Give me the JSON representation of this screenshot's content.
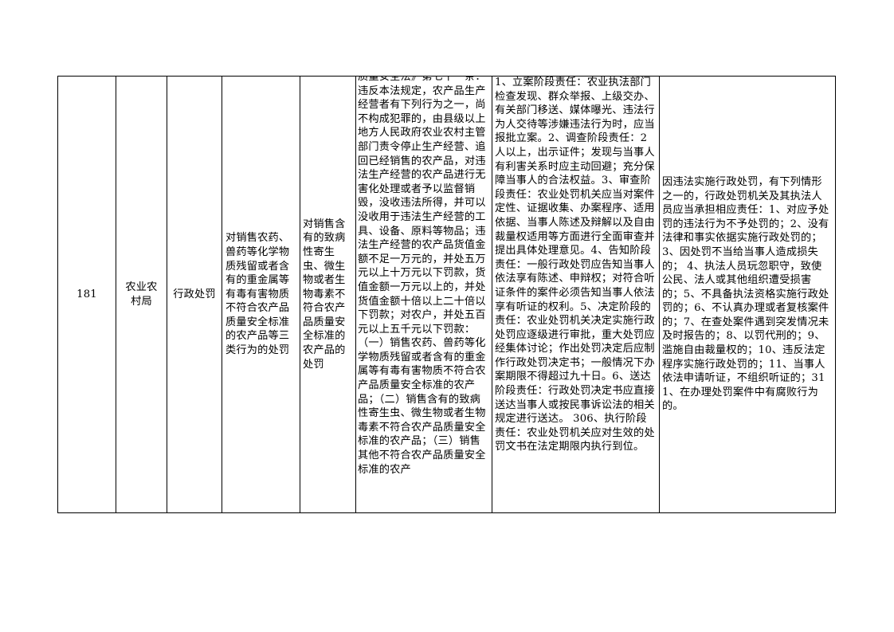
{
  "row": {
    "number": "181",
    "department": "农业农村局",
    "category": "行政处罚",
    "item_name": "对销售农药、兽药等化学物质残留或者含有的重金属等有毒有害物质不符合农产品质量安全标准的农产品等三类行为的处罚",
    "sub_item": "对销售含有的致病性寄生虫、微生物或者生物毒素不符合农产品质量安全标准的农产品的处罚",
    "legal_basis": "质量安全法》第七十一条：违反本法规定，农产品生产经营者有下列行为之一，尚不构成犯罪的，由县级以上地方人民政府农业农村主管部门责令停止生产经营、追回已经销售的农产品，对违法生产经营的农产品进行无害化处理或者予以监督销毁，没收违法所得，并可以没收用于违法生产经营的工具、设备、原料等物品；违法生产经营的农产品货值金额不足一万元的，并处五万元以上十万元以下罚款，货值金额一万元以上的，并处货值金额十倍以上二十倍以下罚款；对农户，并处五百元以上五千元以下罚款：（一）销售农药、兽药等化学物质残留或者含有的重金属等有毒有害物质不符合农产品质量安全标准的农产品；（二）销售含有的致病性寄生虫、微生物或者生物毒素不符合农产品质量安全标准的农产品；（三）销售其他不符合农产品质量安全标准的农产",
    "responsibility": "1、立案阶段责任：农业执法部门检查发现、群众举报、上级交办、有关部门移送、媒体曝光、违法行为人交待等涉嫌违法行为时，应当报批立案。2、调查阶段责任：2人以上，出示证件；发现与当事人有利害关系时应主动回避；充分保障当事人的合法权益。3、审查阶段责任：农业处罚机关应当对案件定性、证据收集、办案程序、适用依据、当事人陈述及辩解以及自由裁量权适用等方面进行全面审查并提出具体处理意见。4、告知阶段责任：一般行政处罚应告知当事人依法享有陈述、申辩权；对符合听证条件的案件必须告知当事人依法享有听证的权利。5、决定阶段的责任：农业处罚机关决定实施行政处罚应逐级进行审批，重大处罚应经集体讨论；作出处罚决定后应制作行政处罚决定书；一般情况下办案期限不得超过九十日。6、送达阶段责任：行政处罚决定书应直接送达当事人或按民事诉讼法的相关规定进行送达。 306、执行阶段责任：农业处罚机关应对生效的处罚文书在法定期限内执行到位。",
    "accountability": "因违法实施行政处罚，有下列情形之一的，行政处罚机关及其执法人员应当承担相应责任：1、对应予处罚的违法行为不予处罚的；2、没有法律和事实依据实施行政处罚的；3、因处罚不当给当事人造成损失的； 4、执法人员玩忽职守，致使公民、法人或其他组织遭受损害的；5、不具备执法资格实施行政处罚的；6、不认真办理或者复核案件的；7、在查处案件遇到突发情况未及时报告的；8、以罚代刑的；9、滥施自由裁量权的；10、违反法定程序实施行政处罚的；11、当事人依法申请听证，不组织听证的；311、在办理处罚案件中有腐败行为的。"
  }
}
